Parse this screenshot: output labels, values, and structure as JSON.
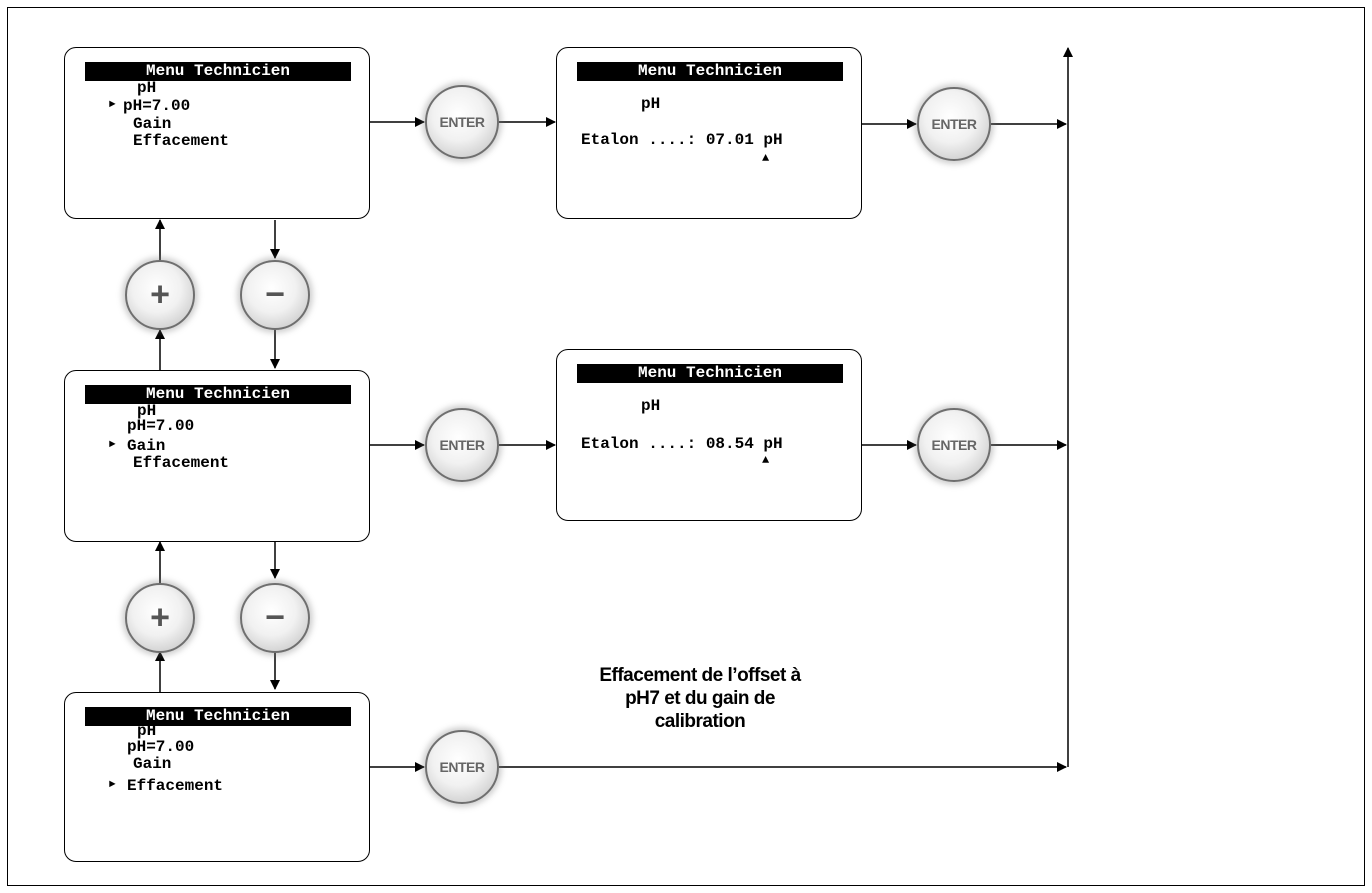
{
  "screens": {
    "menu1": {
      "title": "Menu Technicien",
      "lines": [
        "pH",
        "pH=7.00",
        "Gain",
        "Effacement"
      ],
      "selected": 1
    },
    "menu2": {
      "title": "Menu Technicien",
      "lines": [
        "pH",
        "pH=7.00",
        "Gain",
        "Effacement"
      ],
      "selected": 2
    },
    "menu3": {
      "title": "Menu Technicien",
      "lines": [
        "pH",
        "pH=7.00",
        "Gain",
        "Effacement"
      ],
      "selected": 3
    },
    "calib1": {
      "title": "Menu Technicien",
      "label": "pH",
      "value": "Etalon ....: 07.01 pH"
    },
    "calib2": {
      "title": "Menu Technicien",
      "label": "pH",
      "value": "Etalon ....: 08.54 pH"
    }
  },
  "cursor_glyph": "►",
  "caret_glyph": "▲",
  "buttons": {
    "enter": "ENTER",
    "plus": "+",
    "minus": "−"
  },
  "caption": [
    "Effacement de l’offset à",
    "pH7 et du gain de",
    "calibration"
  ]
}
